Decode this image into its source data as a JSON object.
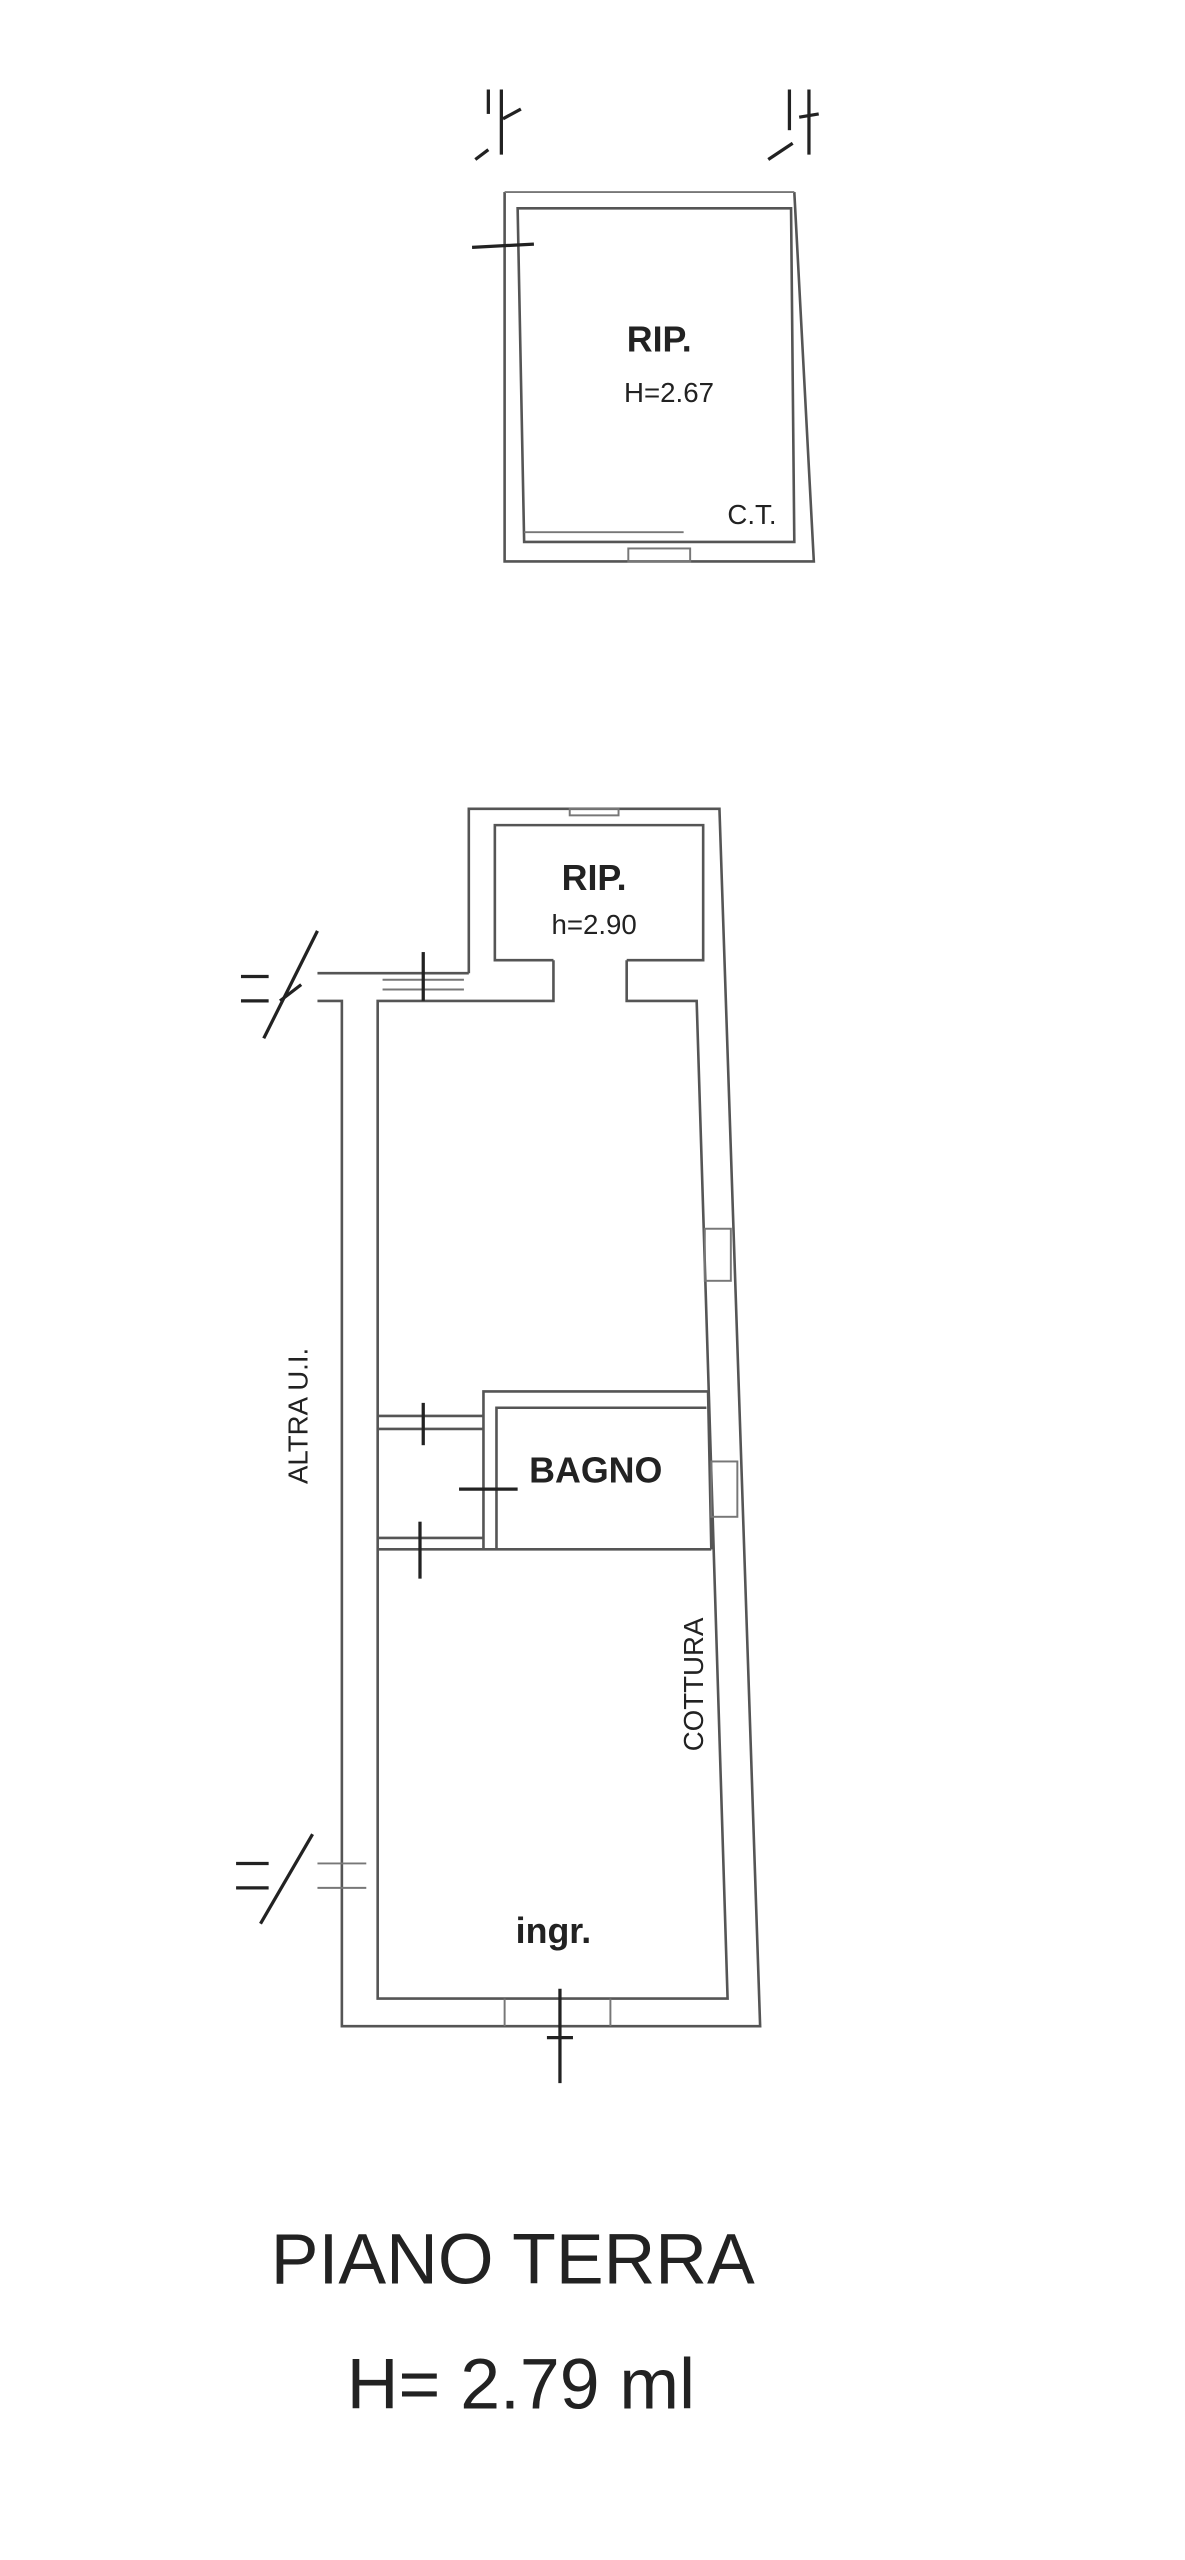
{
  "upper_plan": {
    "room_label": "RIP.",
    "room_height": "H=2.67",
    "corner_label": "C.T."
  },
  "ground_plan": {
    "storage_label": "RIP.",
    "storage_height": "h=2.90",
    "bathroom_label": "BAGNO",
    "cooking_label": "COTTURA",
    "entrance_label": "ingr.",
    "adjacent_label": "ALTRA U.I."
  },
  "footer": {
    "floor_title": "PIANO TERRA",
    "floor_height": "H= 2.79 ml"
  }
}
